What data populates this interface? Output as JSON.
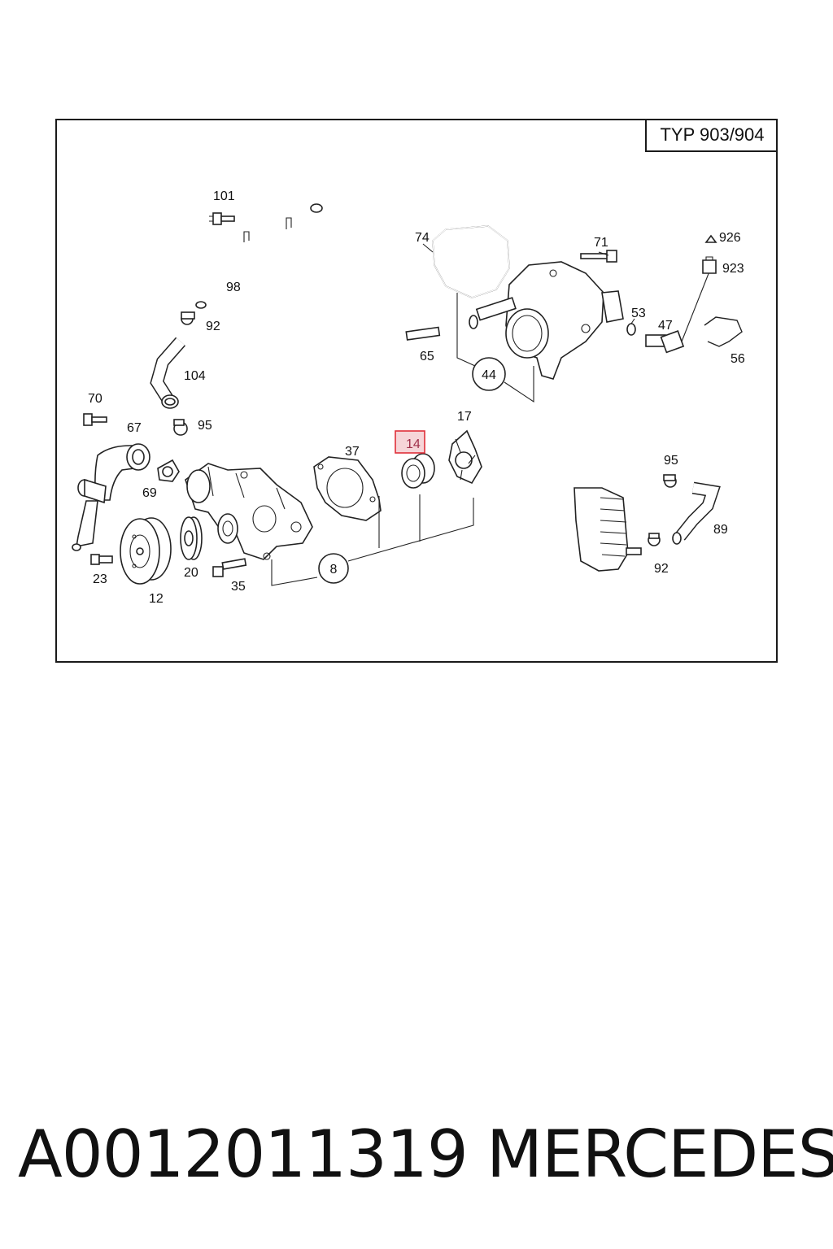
{
  "diagram": {
    "type_label": "TYP 903/904",
    "highlighted_part": "14",
    "highlight_color": "#e0303a",
    "highlight_fill": "#f6d5d8",
    "parts": {
      "p101": "101",
      "p98": "98",
      "p92a": "92",
      "p104": "104",
      "p95a": "95",
      "p70": "70",
      "p67": "67",
      "p69": "69",
      "p23": "23",
      "p12": "12",
      "p20": "20",
      "p35": "35",
      "p37": "37",
      "p14": "14",
      "p17": "17",
      "p8": "8",
      "p74": "74",
      "p71": "71",
      "p65": "65",
      "p44": "44",
      "p53": "53",
      "p47": "47",
      "p926": "926",
      "p923": "923",
      "p56": "56",
      "p95b": "95",
      "p89": "89",
      "p92b": "92"
    }
  },
  "footer": {
    "part_number": "A0012011319",
    "brand": "MERCEDES"
  }
}
